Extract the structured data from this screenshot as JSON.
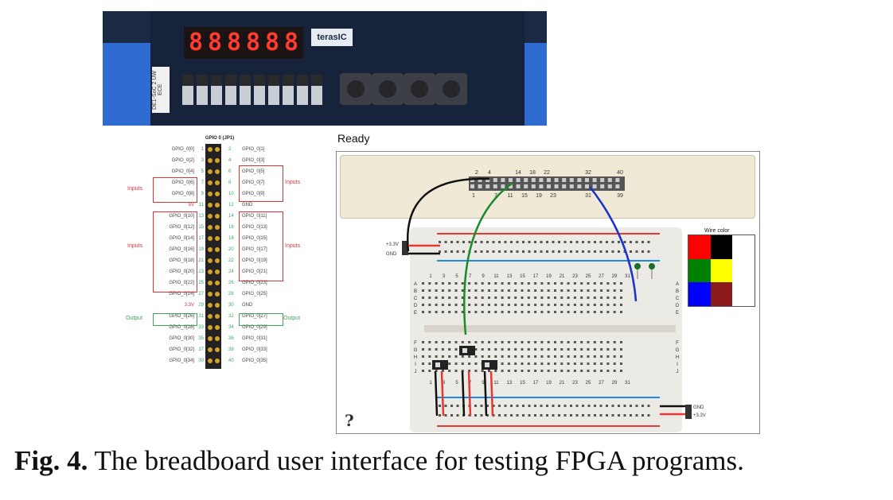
{
  "board_photo": {
    "display_digits": [
      "8",
      "8",
      "8",
      "8",
      "8",
      "8"
    ],
    "logo": "terasIC",
    "label": "DE1-SoC 2 UW ECE"
  },
  "gpio": {
    "title": "GPIO 0 (JP1)",
    "left_labels": [
      "GPIO_0[0]",
      "GPIO_0[2]",
      "GPIO_0[4]",
      "GPIO_0[6]",
      "GPIO_0[8]",
      "5V",
      "GPIO_0[10]",
      "GPIO_0[12]",
      "GPIO_0[14]",
      "GPIO_0[16]",
      "GPIO_0[18]",
      "GPIO_0[20]",
      "GPIO_0[22]",
      "GPIO_0[24]",
      "3.3V",
      "GPIO_0[26]",
      "GPIO_0[28]",
      "GPIO_0[30]",
      "GPIO_0[32]",
      "GPIO_0[34]"
    ],
    "right_labels": [
      "GPIO_0[1]",
      "GPIO_0[3]",
      "GPIO_0[5]",
      "GPIO_0[7]",
      "GPIO_0[9]",
      "GND",
      "GPIO_0[11]",
      "GPIO_0[13]",
      "GPIO_0[15]",
      "GPIO_0[17]",
      "GPIO_0[19]",
      "GPIO_0[21]",
      "GPIO_0[23]",
      "GPIO_0[25]",
      "GND",
      "GPIO_0[27]",
      "GPIO_0[29]",
      "GPIO_0[31]",
      "GPIO_0[33]",
      "GPIO_0[35]"
    ],
    "left_nums": [
      "1",
      "3",
      "5",
      "7",
      "9",
      "11",
      "13",
      "15",
      "17",
      "19",
      "21",
      "23",
      "25",
      "27",
      "29",
      "31",
      "33",
      "35",
      "37",
      "39"
    ],
    "right_nums": [
      "2",
      "4",
      "6",
      "8",
      "10",
      "12",
      "14",
      "16",
      "18",
      "20",
      "22",
      "24",
      "26",
      "28",
      "30",
      "32",
      "34",
      "36",
      "38",
      "40"
    ],
    "inputs_label": "Inputs",
    "output_label": "Output"
  },
  "app": {
    "status": "Ready",
    "header_top_numbers": [
      "2",
      "4",
      "14",
      "18",
      "22",
      "32",
      "40"
    ],
    "header_bottom_numbers": [
      "1",
      "7",
      "11",
      "15",
      "19",
      "23",
      "31",
      "39"
    ],
    "power_top": [
      "+3.3V",
      "GND"
    ],
    "power_bottom": [
      "GND",
      "+3.3V"
    ],
    "column_numbers": [
      "1",
      "3",
      "5",
      "7",
      "9",
      "11",
      "13",
      "15",
      "17",
      "19",
      "21",
      "23",
      "25",
      "27",
      "29",
      "31"
    ],
    "row_letters_top": [
      "A",
      "B",
      "C",
      "D",
      "E"
    ],
    "row_letters_bottom": [
      "F",
      "G",
      "H",
      "I",
      "J"
    ],
    "wire_color_title": "Wire color",
    "wire_colors": [
      "#ff0000",
      "#000000",
      "#ffffff",
      "#008000",
      "#ffff00",
      "#ffffff",
      "#0000ff",
      "#8b1a1a",
      "#ffffff"
    ],
    "help": "?"
  },
  "caption": {
    "label": "Fig. 4.",
    "text": " The breadboard user interface for testing FPGA programs."
  }
}
